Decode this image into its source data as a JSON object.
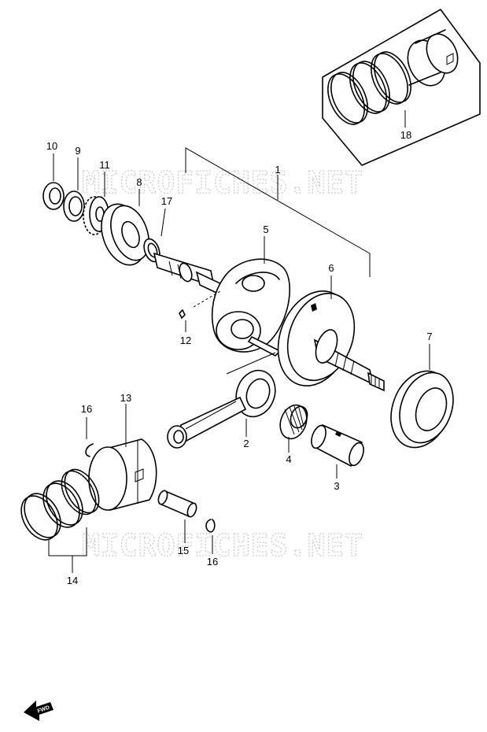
{
  "watermark": {
    "top_text": "MICROFICHES.NET",
    "bottom_text": "MICROFICHES.NET"
  },
  "callouts": [
    {
      "id": "1",
      "part": "crankshaft-assembly"
    },
    {
      "id": "2",
      "part": "connecting-rod"
    },
    {
      "id": "3",
      "part": "crank-pin"
    },
    {
      "id": "4",
      "part": "needle-bearing"
    },
    {
      "id": "5",
      "part": "crankshaft-left"
    },
    {
      "id": "6",
      "part": "crankshaft-right"
    },
    {
      "id": "7",
      "part": "bearing"
    },
    {
      "id": "8",
      "part": "bearing"
    },
    {
      "id": "9",
      "part": "oil-seal"
    },
    {
      "id": "10",
      "part": "oil-seal"
    },
    {
      "id": "11",
      "part": "gear"
    },
    {
      "id": "12",
      "part": "key"
    },
    {
      "id": "13",
      "part": "piston"
    },
    {
      "id": "14",
      "part": "piston-ring-set"
    },
    {
      "id": "15",
      "part": "piston-pin"
    },
    {
      "id": "16",
      "part": "piston-pin-circlip"
    },
    {
      "id": "16",
      "part": "piston-pin-circlip"
    },
    {
      "id": "17",
      "part": "spacer"
    },
    {
      "id": "18",
      "part": "piston-oversize-set"
    }
  ],
  "fwd_badge": {
    "text": "FWD",
    "icon": "fwd-arrow-icon"
  },
  "colors": {
    "line": "#000000",
    "background": "#ffffff",
    "watermark": "#c8c8c8"
  }
}
